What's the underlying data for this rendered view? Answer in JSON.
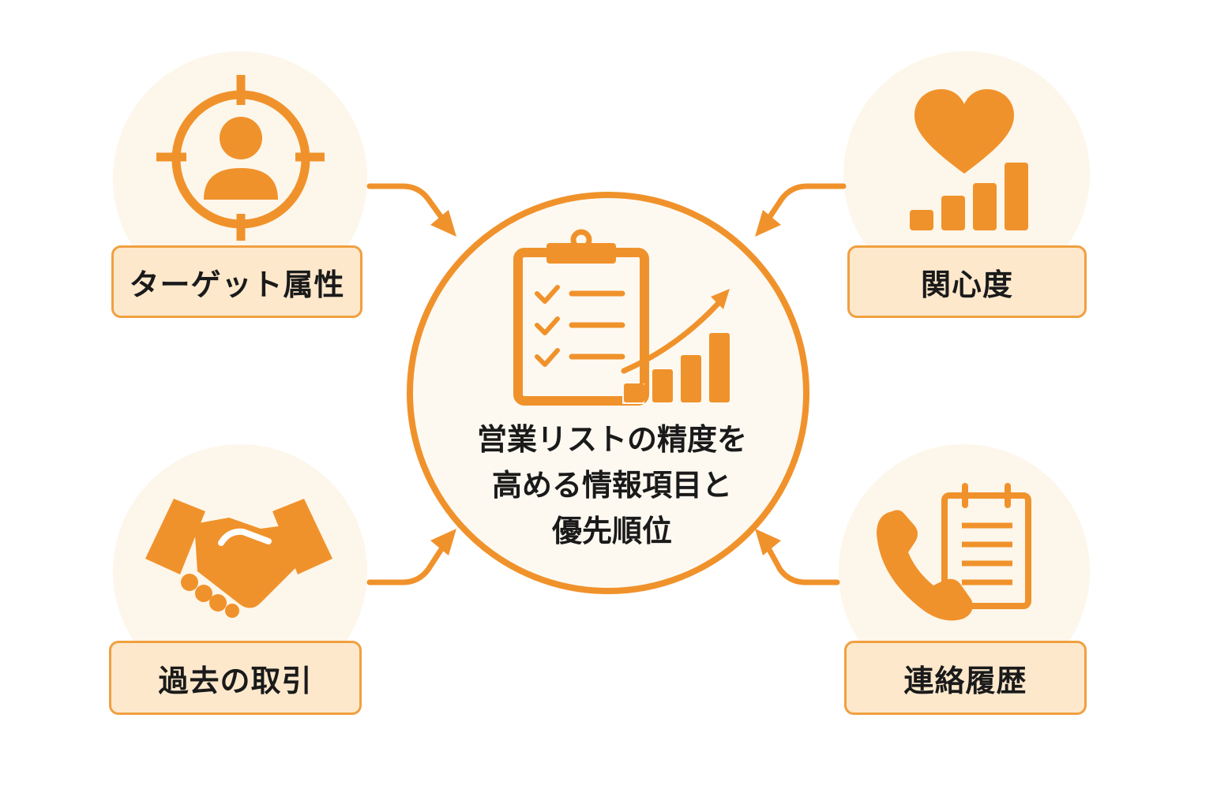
{
  "center": {
    "title_lines": [
      "営業リストの精度を",
      "高める情報項目と",
      "優先順位"
    ]
  },
  "nodes": {
    "target": {
      "label": "ターゲット属性",
      "icon": "target-person-icon"
    },
    "interest": {
      "label": "関心度",
      "icon": "heart-chart-icon"
    },
    "past_deals": {
      "label": "過去の取引",
      "icon": "handshake-icon"
    },
    "contact_history": {
      "label": "連絡履歴",
      "icon": "phone-calendar-icon"
    }
  },
  "colors": {
    "accent": "#f0922b",
    "label_bg": "#fde8cc",
    "label_border": "#f0a040",
    "soft_bg": "#fdf6ea"
  }
}
